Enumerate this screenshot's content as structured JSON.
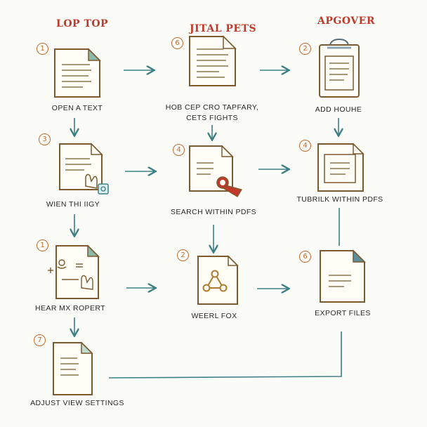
{
  "colors": {
    "title": "#c0392b",
    "arrow": "#3d7f86",
    "doc_border": "#7a5a2e",
    "doc_fill": "#fffdf6",
    "number": "#c46a2b",
    "accent_red": "#c0392b"
  },
  "columns": {
    "c1": "LOP TOP",
    "c2": "JITAL PETS",
    "c3": "APGOVER"
  },
  "steps": [
    {
      "num": "1",
      "label": "OPEN A TEXT",
      "icon": "document-icon"
    },
    {
      "num": "6",
      "label": "HOB  CEP  CRO  TAPFARY,",
      "label2": "CETS  FIGHTS",
      "icon": "document-icon"
    },
    {
      "num": "2",
      "label": "ADD HOUHE",
      "icon": "clipboard-icon"
    },
    {
      "num": "3",
      "label": "WIEN  THI IIGY",
      "icon": "document-hand-icon"
    },
    {
      "num": "4",
      "label": "SEARCH  WITHIN  PDFS",
      "icon": "document-search-icon"
    },
    {
      "num": "4",
      "label": "TUBRILK  WITHIN  PDFS",
      "icon": "document-frame-icon"
    },
    {
      "num": "1",
      "label": "HEAR  MX  ROPERT",
      "icon": "document-tools-icon"
    },
    {
      "num": "2",
      "label": "WEERL FOX",
      "icon": "document-share-icon"
    },
    {
      "num": "6",
      "label": "EXPORT FILES",
      "icon": "document-icon"
    },
    {
      "num": "7",
      "label": "ADJUST  VIEW  SETTINGS",
      "icon": "document-icon"
    }
  ]
}
